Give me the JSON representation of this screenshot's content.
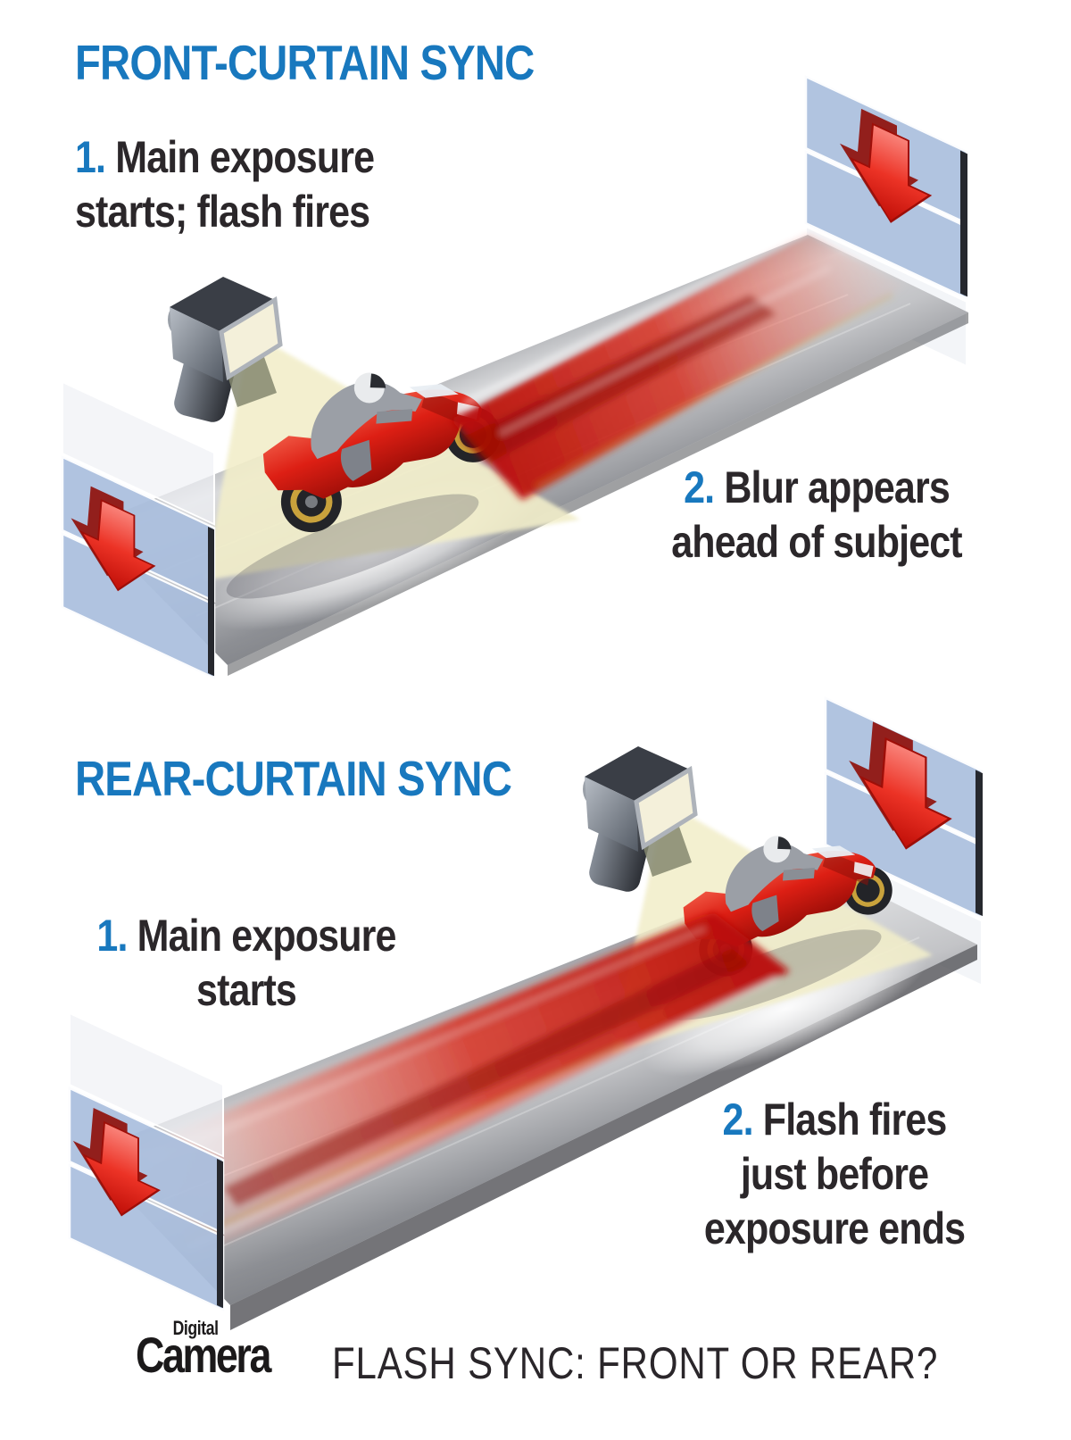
{
  "colors": {
    "accent_blue": "#1878be",
    "text_dark": "#2b272a",
    "arrow_red": "#e2201a",
    "curtain_blue": "#a9bedd",
    "track_gray": "#9fa1a6",
    "flash_beam": "#f2eeca",
    "blur_red": "#cc1f14"
  },
  "front_panel": {
    "title": "FRONT-CURTAIN SYNC",
    "steps": [
      {
        "num": "1.",
        "text": "Main exposure\nstarts; flash fires"
      },
      {
        "num": "2.",
        "text": "Blur appears\nahead of subject"
      }
    ]
  },
  "rear_panel": {
    "title": "REAR-CURTAIN SYNC",
    "steps": [
      {
        "num": "1.",
        "text": "Main exposure\nstarts"
      },
      {
        "num": "2.",
        "text": "Flash fires\njust before\nexposure ends"
      }
    ]
  },
  "footer": {
    "logo_top": "Digital",
    "logo_main": "Camera",
    "caption": "FLASH SYNC: FRONT OR REAR?"
  }
}
